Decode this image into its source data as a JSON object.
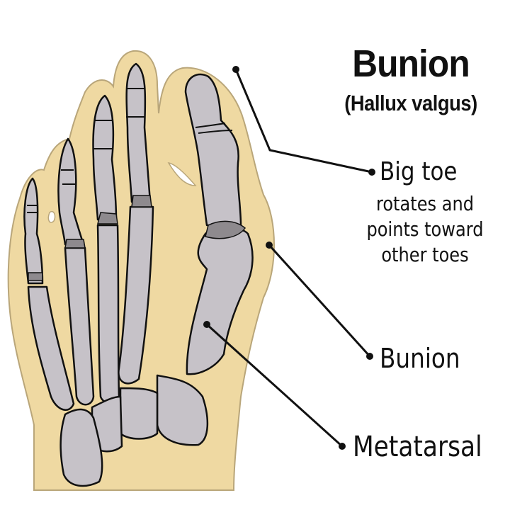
{
  "header": {
    "title": "Bunion",
    "subtitle": "(Hallux valgus)"
  },
  "labels": {
    "big_toe": {
      "title": "Big toe",
      "description": "rotates and points toward other toes"
    },
    "bunion": "Bunion",
    "metatarsal": "Metatarsal"
  },
  "colors": {
    "skin": "#EFD9A2",
    "skin_outline": "#B9A67A",
    "bone": "#C6C2C8",
    "joint": "#8E8A8E",
    "line": "#111111",
    "background": "#FFFFFF"
  },
  "illustration": {
    "subject": "foot-skeleton-top-view",
    "toes": 5,
    "callouts": 3
  }
}
